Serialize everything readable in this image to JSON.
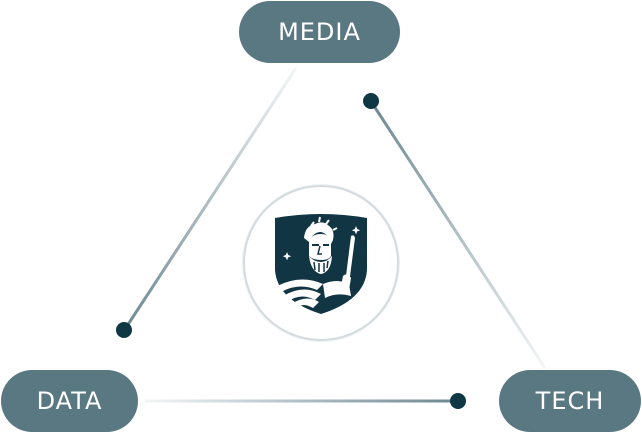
{
  "nodes": {
    "media": {
      "label": "MEDIA"
    },
    "data": {
      "label": "DATA"
    },
    "tech": {
      "label": "TECH"
    }
  },
  "center": {
    "icon": "crest-icon",
    "description": "Shield crest with bearded figure holding staff and stars"
  },
  "colors": {
    "pill": "#5a7882",
    "dot": "#0f3744",
    "line": "#6c8791",
    "crest": "#113543",
    "ring": "#d4dbde"
  },
  "connections": [
    {
      "from": "media",
      "to": "data"
    },
    {
      "from": "media",
      "to": "tech"
    },
    {
      "from": "data",
      "to": "tech"
    }
  ]
}
